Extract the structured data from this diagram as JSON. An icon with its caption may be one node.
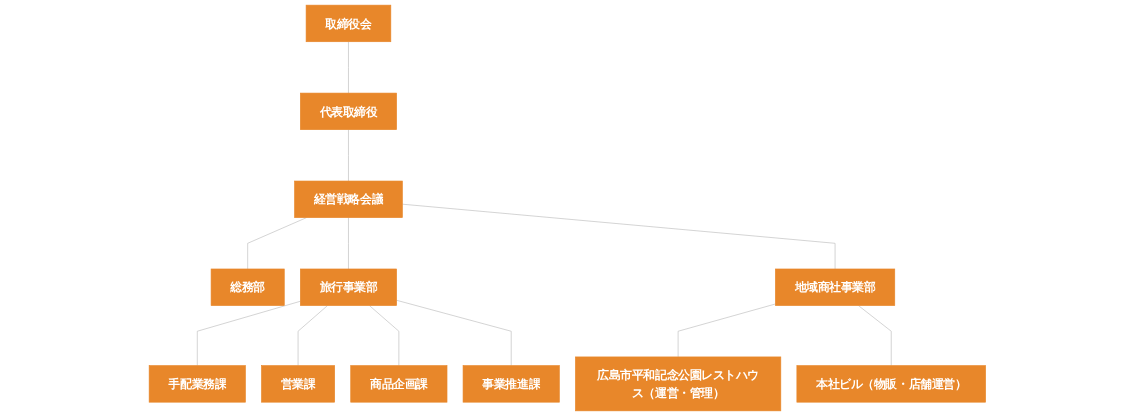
{
  "diagram": {
    "nodes": [
      {
        "text": [
          "取締役会"
        ]
      },
      {
        "text": [
          "代表取締役"
        ]
      },
      {
        "text": [
          "経営戦略会議"
        ]
      },
      {
        "text": [
          "総務部"
        ]
      },
      {
        "text": [
          "旅行事業部"
        ]
      },
      {
        "text": [
          "地域商社事業部"
        ]
      },
      {
        "text": [
          "手配業務課"
        ]
      },
      {
        "text": [
          "営業課"
        ]
      },
      {
        "text": [
          "商品企画課"
        ]
      },
      {
        "text": [
          "事業推進課"
        ]
      },
      {
        "text": [
          "広島市平和記念公園レストハウス（運営・管理）"
        ]
      },
      {
        "text": [
          "本社ビル（物販・店舗運営）"
        ]
      }
    ],
    "edges": [
      {
        "from": 0,
        "to": 1,
        "arrow": "none"
      },
      {
        "from": 1,
        "to": 2,
        "arrow": "none"
      },
      {
        "from": 2,
        "to": 3,
        "arrow": "none"
      },
      {
        "from": 2,
        "to": 4,
        "arrow": "none"
      },
      {
        "from": 2,
        "to": 5,
        "arrow": "none"
      },
      {
        "from": 4,
        "to": 6,
        "arrow": "none"
      },
      {
        "from": 4,
        "to": 7,
        "arrow": "none"
      },
      {
        "from": 4,
        "to": 8,
        "arrow": "none"
      },
      {
        "from": 4,
        "to": 9,
        "arrow": "none"
      },
      {
        "from": 5,
        "to": 10,
        "arrow": "none"
      },
      {
        "from": 5,
        "to": 11,
        "arrow": "none"
      }
    ]
  }
}
